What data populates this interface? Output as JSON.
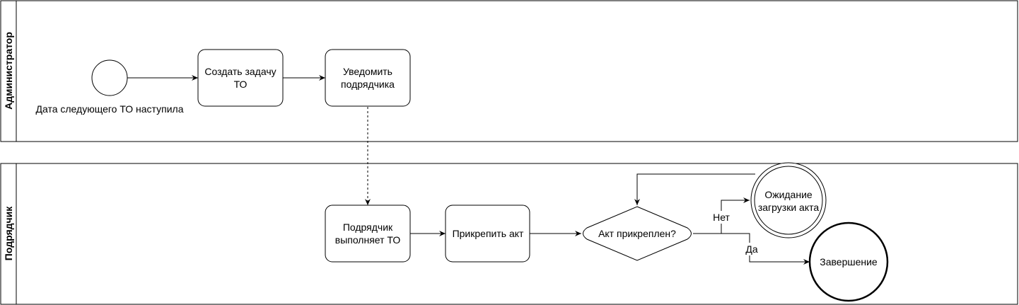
{
  "lanes": {
    "admin": "Администратор",
    "contractor": "Подрядчик"
  },
  "events": {
    "start_label": "Дата следующего ТО наступила",
    "end_label": "Завершение",
    "wait_line1": "Ожидание",
    "wait_line2": "загрузки акта"
  },
  "tasks": {
    "create_line1": "Создать задачу",
    "create_line2": "ТО",
    "notify_line1": "Уведомить",
    "notify_line2": "подрядчика",
    "perform_line1": "Подрядчик",
    "perform_line2": "выполняет ТО",
    "attach": "Прикрепить акт"
  },
  "gateway": {
    "label": "Акт прикреплен?",
    "no": "Нет",
    "yes": "Да"
  }
}
